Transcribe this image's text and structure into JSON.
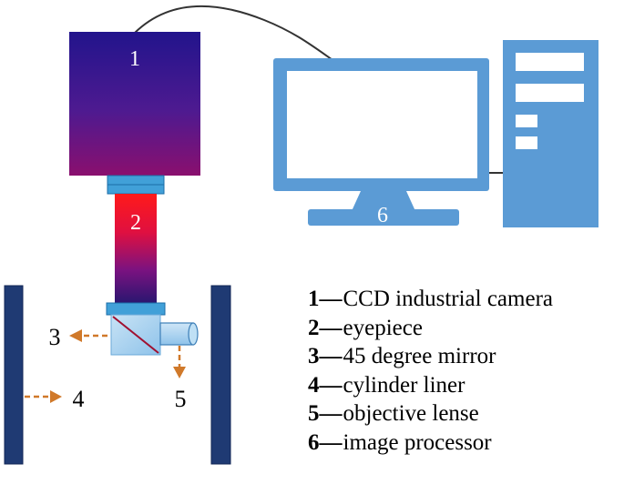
{
  "diagram": {
    "labels": {
      "camera": "1",
      "eyepiece": "2",
      "mirror": "3",
      "liner": "4",
      "objective": "5",
      "processor": "6"
    },
    "legend": [
      {
        "num": "1",
        "dash": "—",
        "text": "CCD industrial camera"
      },
      {
        "num": "2",
        "dash": "—",
        "text": "eyepiece"
      },
      {
        "num": "3",
        "dash": "—",
        "text": "45 degree mirror"
      },
      {
        "num": "4",
        "dash": "—",
        "text": "cylinder liner"
      },
      {
        "num": "5",
        "dash": "—",
        "text": "objective lense"
      },
      {
        "num": "6",
        "dash": "—",
        "text": "image processor"
      }
    ]
  },
  "colors": {
    "computer": "#5b9bd5",
    "liner": "#1f3a73",
    "arrow": "#d0792a",
    "adapter": "#41a0d8"
  }
}
